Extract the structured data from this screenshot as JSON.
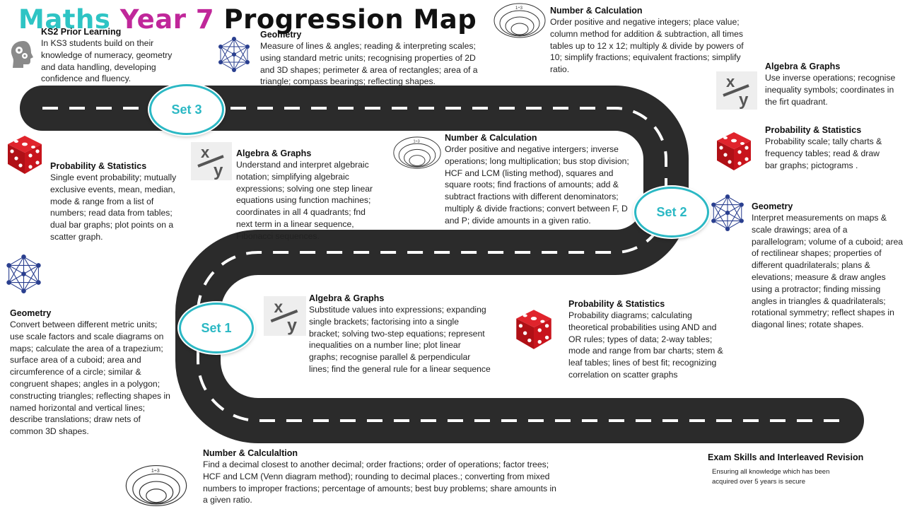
{
  "title": {
    "part1": "Maths",
    "part2": "Year 7",
    "part3": "Progression Map"
  },
  "sets": {
    "set1": "Set 1",
    "set2": "Set 2",
    "set3": "Set 3"
  },
  "ks2": {
    "heading": "KS2 Prior Learning",
    "text": "In KS3 students build on their knowledge of numeracy, geometry and data handling, developing confidence and fluency."
  },
  "geometry_top": {
    "heading": "Geometry",
    "text": "Measure of lines & angles; reading & interpreting scales; using standard metric units; recognising properties of 2D and 3D shapes; perimeter & area of rectangles; area of a triangle; compass bearings; reflecting shapes."
  },
  "number_top": {
    "heading": "Number & Calculation",
    "text": "Order positive and negative integers; place value; column method for addition & subtraction, all times tables up to 12 x 12; multiply & divide by powers of 10; simplify fractions; equivalent fractions; simplify ratio."
  },
  "algebra_top_right": {
    "heading": "Algebra & Graphs",
    "text": "Use inverse operations; recognise inequality symbols; coordinates in the firt quadrant."
  },
  "prob_right": {
    "heading": "Probability & Statistics",
    "text": "Probability scale; tally charts & frequency tables; read & draw bar graphs; pictograms ."
  },
  "prob_left": {
    "heading": "Probability & Statistics",
    "text": "Single event probability; mutually exclusive events, mean, median, mode & range from a list of numbers; read data from tables; dual bar graphs; plot points on a scatter graph."
  },
  "algebra_mid": {
    "heading": "Algebra & Graphs",
    "text": "Understand and interpret algebraic notation; simplifying algebraic expressions; solving one step linear equations using function machines; coordinates in all 4 quadrants; fnd next term in a linear sequence, Fibonacci sequences."
  },
  "number_mid": {
    "heading": "Number & Calculation",
    "text": "Order positive and negative intergers; inverse operations; long multiplication; bus stop division; HCF and LCM (listing method), squares and square roots; find fractions of amounts; add & subtract fractions with different denominators; multiply & divide fractions; convert between F, D and P; divide amounts in a given ratio."
  },
  "geometry_right": {
    "heading": "Geometry",
    "text": "Interpret measurements on maps & scale drawings; area of a parallelogram; volume of a cuboid; area of rectilinear shapes; properties of different quadrilaterals; plans & elevations; measure & draw angles using a protractor; finding missing angles in triangles & quadrilaterals; rotational symmetry; reflect shapes in diagonal lines; rotate shapes."
  },
  "geometry_left": {
    "heading": "Geometry",
    "text": "Convert between different metric units; use scale factors and scale diagrams on maps; calculate the area of a trapezium; surface area of a cuboid; area and circumference of a circle; similar & congruent shapes; angles in a polygon; constructing triangles; reflecting shapes in named horizontal and vertical lines; describe translations; draw nets of common 3D shapes."
  },
  "algebra_low": {
    "heading": "Algebra & Graphs",
    "text": "Substitude values into expressions; expanding single brackets; factorising into a single bracket; solving two-step equations; represent inequalities on a number line; plot linear graphs; recognise parallel & perpendicular lines; find the general rule for a linear sequence"
  },
  "prob_low": {
    "heading": "Probability & Statistics",
    "text": "Probability diagrams; calculating theoretical probabilities using AND and OR rules; types of data; 2-way tables; mode and range from bar charts; stem & leaf tables; lines of best fit; recognizing correlation on scatter graphs"
  },
  "number_bottom": {
    "heading": "Number & Calculaltion",
    "text": "Find a decimal closest to another decimal; order fractions; order of operations; factor trees; HCF and LCM (Venn diagram method); rounding to decimal places.; converting from mixed numbers to improper fractions; percentage of amounts; best buy problems; share amounts in a given ratio."
  },
  "exam": {
    "heading": "Exam Skills and Interleaved Revision",
    "text": "Ensuring all knowledge which has been acquired over 5 years is secure"
  },
  "icon_labels": {
    "x": "x",
    "y": "y",
    "venn_label": "1÷3"
  },
  "colors": {
    "road": "#2b2b2b",
    "accent": "#2bb8c4",
    "magenta": "#c0279a",
    "dice": "#c8141c"
  }
}
